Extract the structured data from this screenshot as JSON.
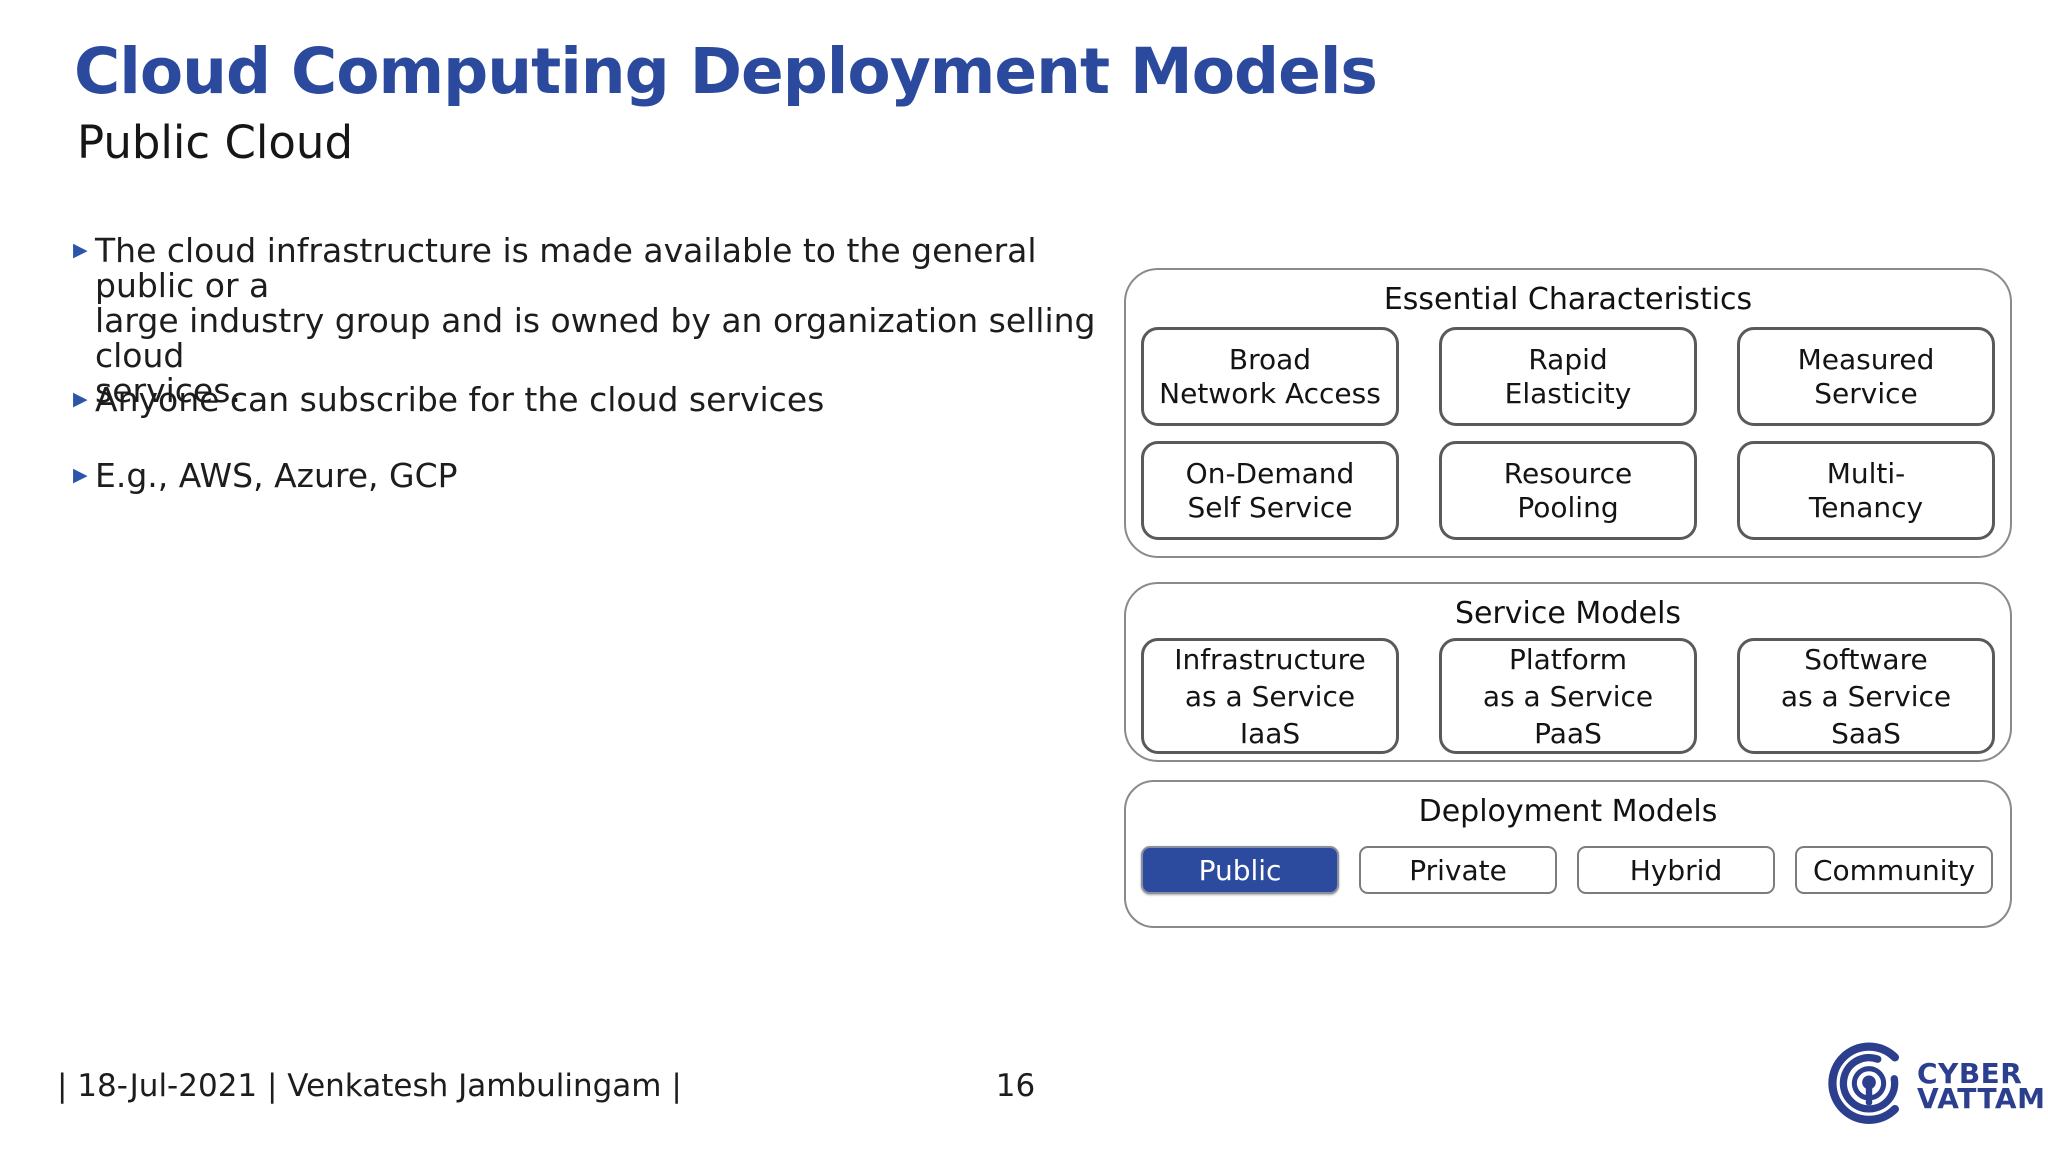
{
  "header": {
    "title": "Cloud Computing Deployment Models",
    "subtitle": "Public Cloud"
  },
  "bullets": {
    "marker": "▶",
    "items": [
      {
        "text": "The cloud infrastructure is made available to the general public or a\nlarge industry group and is owned by an organization selling cloud\nservices."
      },
      {
        "text": "Anyone can subscribe for the cloud services"
      },
      {
        "text": "E.g., AWS, Azure, GCP"
      }
    ]
  },
  "diagram": {
    "essential": {
      "title": "Essential Characteristics",
      "items": [
        "Broad\nNetwork Access",
        "Rapid\nElasticity",
        "Measured\nService",
        "On-Demand\nSelf Service",
        "Resource\nPooling",
        "Multi-\nTenancy"
      ]
    },
    "service": {
      "title": "Service Models",
      "items": [
        "Infrastructure\nas a Service\nIaaS",
        "Platform\nas a Service\nPaaS",
        "Software\nas a Service\nSaaS"
      ]
    },
    "deployment": {
      "title": "Deployment Models",
      "items": [
        {
          "label": "Public",
          "selected": true
        },
        {
          "label": "Private",
          "selected": false
        },
        {
          "label": "Hybrid",
          "selected": false
        },
        {
          "label": "Community",
          "selected": false
        }
      ]
    }
  },
  "footer": {
    "left": "| 18-Jul-2021 | Venkatesh Jambulingam |",
    "page": "16"
  },
  "logo": {
    "line1": "CYBER",
    "line2": "VATTAM",
    "icon": "keyhole-rings-icon",
    "color": "#2b3f8e"
  },
  "colors": {
    "title_blue": "#2b4a9e",
    "bullet_marker_blue": "#2b55a8",
    "selected_button_fill": "#2c4a9e",
    "selected_button_text": "#ffffff",
    "box_border_gray": "#5a5a5a",
    "panel_border_gray": "#8a8a8a",
    "body_text": "#1d1d1d"
  }
}
